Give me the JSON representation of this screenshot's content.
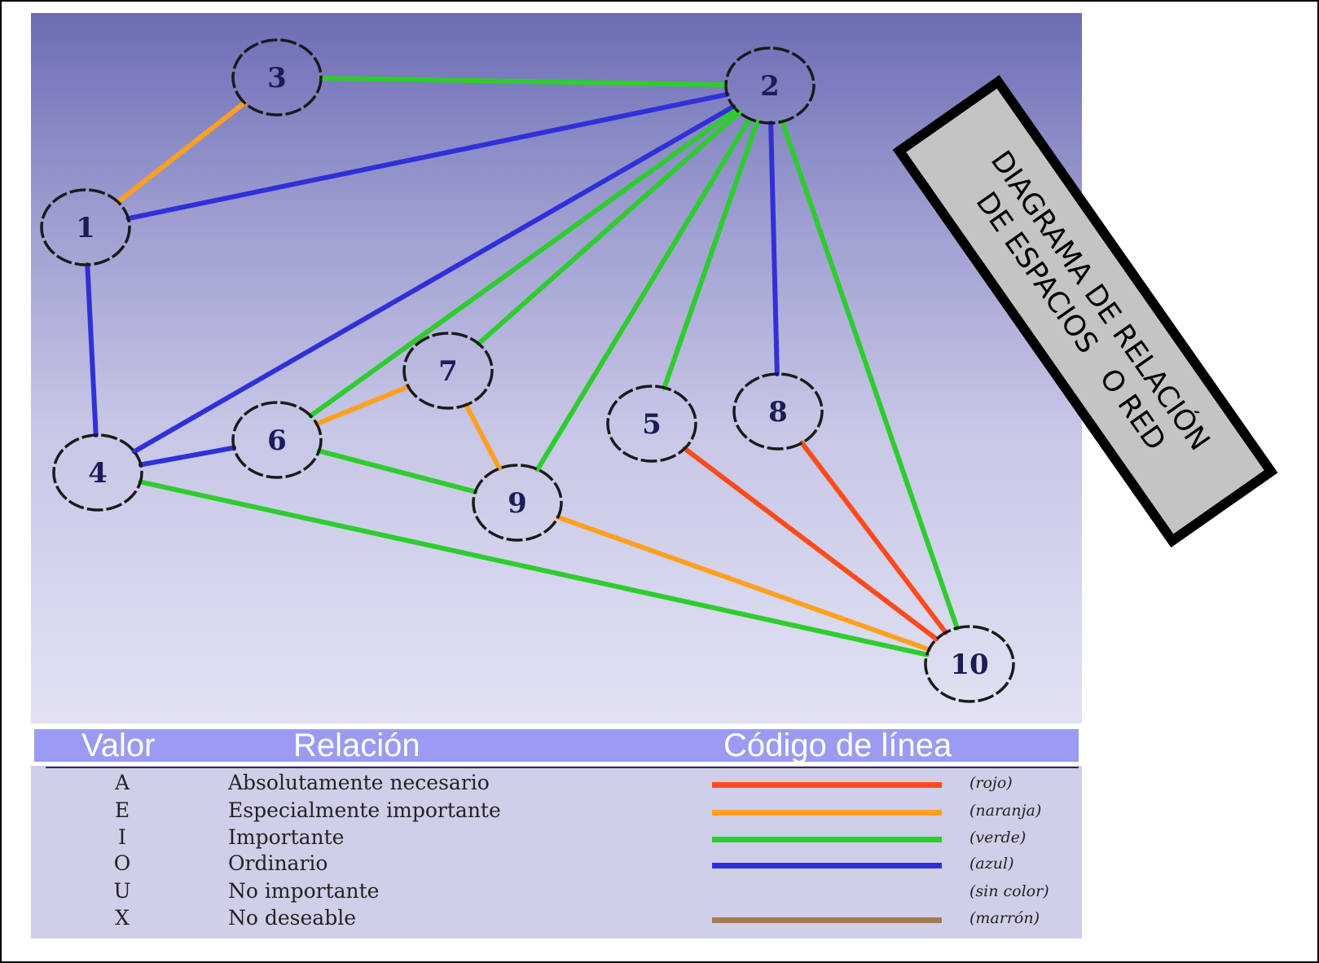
{
  "diagram": {
    "title_lines": [
      "DIAGRAMA DE RELACIÓN",
      "DE ESPACIOS   O RED"
    ],
    "nodes": [
      {
        "id": "1",
        "label": "1"
      },
      {
        "id": "2",
        "label": "2"
      },
      {
        "id": "3",
        "label": "3"
      },
      {
        "id": "4",
        "label": "4"
      },
      {
        "id": "5",
        "label": "5"
      },
      {
        "id": "6",
        "label": "6"
      },
      {
        "id": "7",
        "label": "7"
      },
      {
        "id": "8",
        "label": "8"
      },
      {
        "id": "9",
        "label": "9"
      },
      {
        "id": "10",
        "label": "10"
      }
    ],
    "edges": [
      {
        "from": "3",
        "to": "2",
        "rel": "I"
      },
      {
        "from": "3",
        "to": "1",
        "rel": "E"
      },
      {
        "from": "1",
        "to": "2",
        "rel": "O"
      },
      {
        "from": "1",
        "to": "4",
        "rel": "O"
      },
      {
        "from": "4",
        "to": "2",
        "rel": "O"
      },
      {
        "from": "6",
        "to": "2",
        "rel": "I"
      },
      {
        "from": "7",
        "to": "2",
        "rel": "I"
      },
      {
        "from": "9",
        "to": "2",
        "rel": "I"
      },
      {
        "from": "5",
        "to": "2",
        "rel": "I"
      },
      {
        "from": "8",
        "to": "2",
        "rel": "O"
      },
      {
        "from": "10",
        "to": "2",
        "rel": "I"
      },
      {
        "from": "4",
        "to": "6",
        "rel": "O"
      },
      {
        "from": "6",
        "to": "7",
        "rel": "E"
      },
      {
        "from": "7",
        "to": "9",
        "rel": "E"
      },
      {
        "from": "6",
        "to": "9",
        "rel": "I"
      },
      {
        "from": "9",
        "to": "10",
        "rel": "E"
      },
      {
        "from": "5",
        "to": "10",
        "rel": "A"
      },
      {
        "from": "8",
        "to": "10",
        "rel": "A"
      },
      {
        "from": "4",
        "to": "10",
        "rel": "I"
      }
    ]
  },
  "legend": {
    "headers": {
      "valor": "Valor",
      "relacion": "Relación",
      "codigo": "Código de línea"
    },
    "rows": [
      {
        "valor": "A",
        "relacion": "Absolutamente necesario",
        "color_name": "(rojo)",
        "color": "#ff4a1c"
      },
      {
        "valor": "E",
        "relacion": "Especialmente importante",
        "color_name": "(naranja)",
        "color": "#ffa020"
      },
      {
        "valor": "I",
        "relacion": "Importante",
        "color_name": "(verde)",
        "color": "#2ecc2e"
      },
      {
        "valor": "O",
        "relacion": "Ordinario",
        "color_name": "(azul)",
        "color": "#3030d8"
      },
      {
        "valor": "U",
        "relacion": "No importante",
        "color_name": "(sin color)",
        "color": ""
      },
      {
        "valor": "X",
        "relacion": "No deseable",
        "color_name": "(marrón)",
        "color": "#a87850"
      }
    ]
  }
}
